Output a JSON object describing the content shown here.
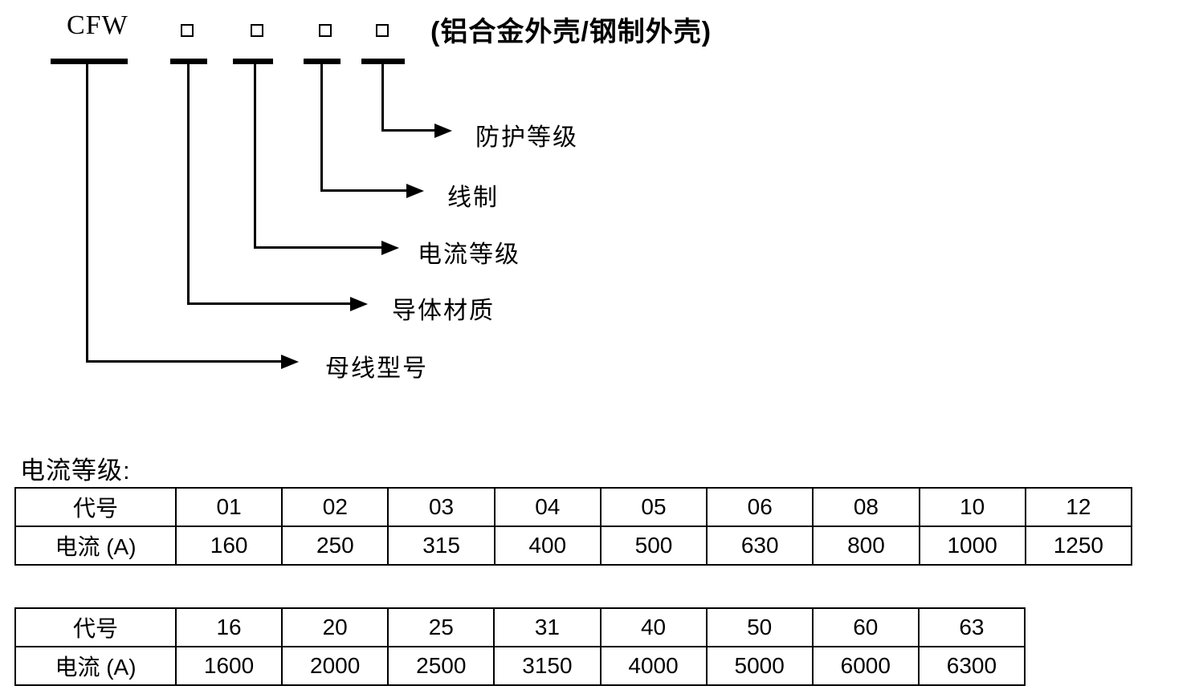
{
  "diagram": {
    "model_code": "CFW",
    "annotation": "(铝合金外壳/钢制外壳)",
    "placeholders": [
      "",
      "",
      "",
      ""
    ],
    "labels": {
      "protection": "防护等级",
      "wire_system": "线制",
      "current_grade": "电流等级",
      "conductor_material": "导体材质",
      "busbar_model": "母线型号"
    }
  },
  "section": {
    "title": "电流等级:"
  },
  "tables": [
    {
      "code_label": "代号",
      "current_label": "电流 (A)",
      "codes": [
        "01",
        "02",
        "03",
        "04",
        "05",
        "06",
        "08",
        "10",
        "12"
      ],
      "currents": [
        "160",
        "250",
        "315",
        "400",
        "500",
        "630",
        "800",
        "1000",
        "1250"
      ]
    },
    {
      "code_label": "代号",
      "current_label": "电流 (A)",
      "codes": [
        "16",
        "20",
        "25",
        "31",
        "40",
        "50",
        "60",
        "63"
      ],
      "currents": [
        "1600",
        "2000",
        "2500",
        "3150",
        "4000",
        "5000",
        "6000",
        "6300"
      ]
    }
  ],
  "colors": {
    "ink": "#000000",
    "background": "#ffffff"
  }
}
